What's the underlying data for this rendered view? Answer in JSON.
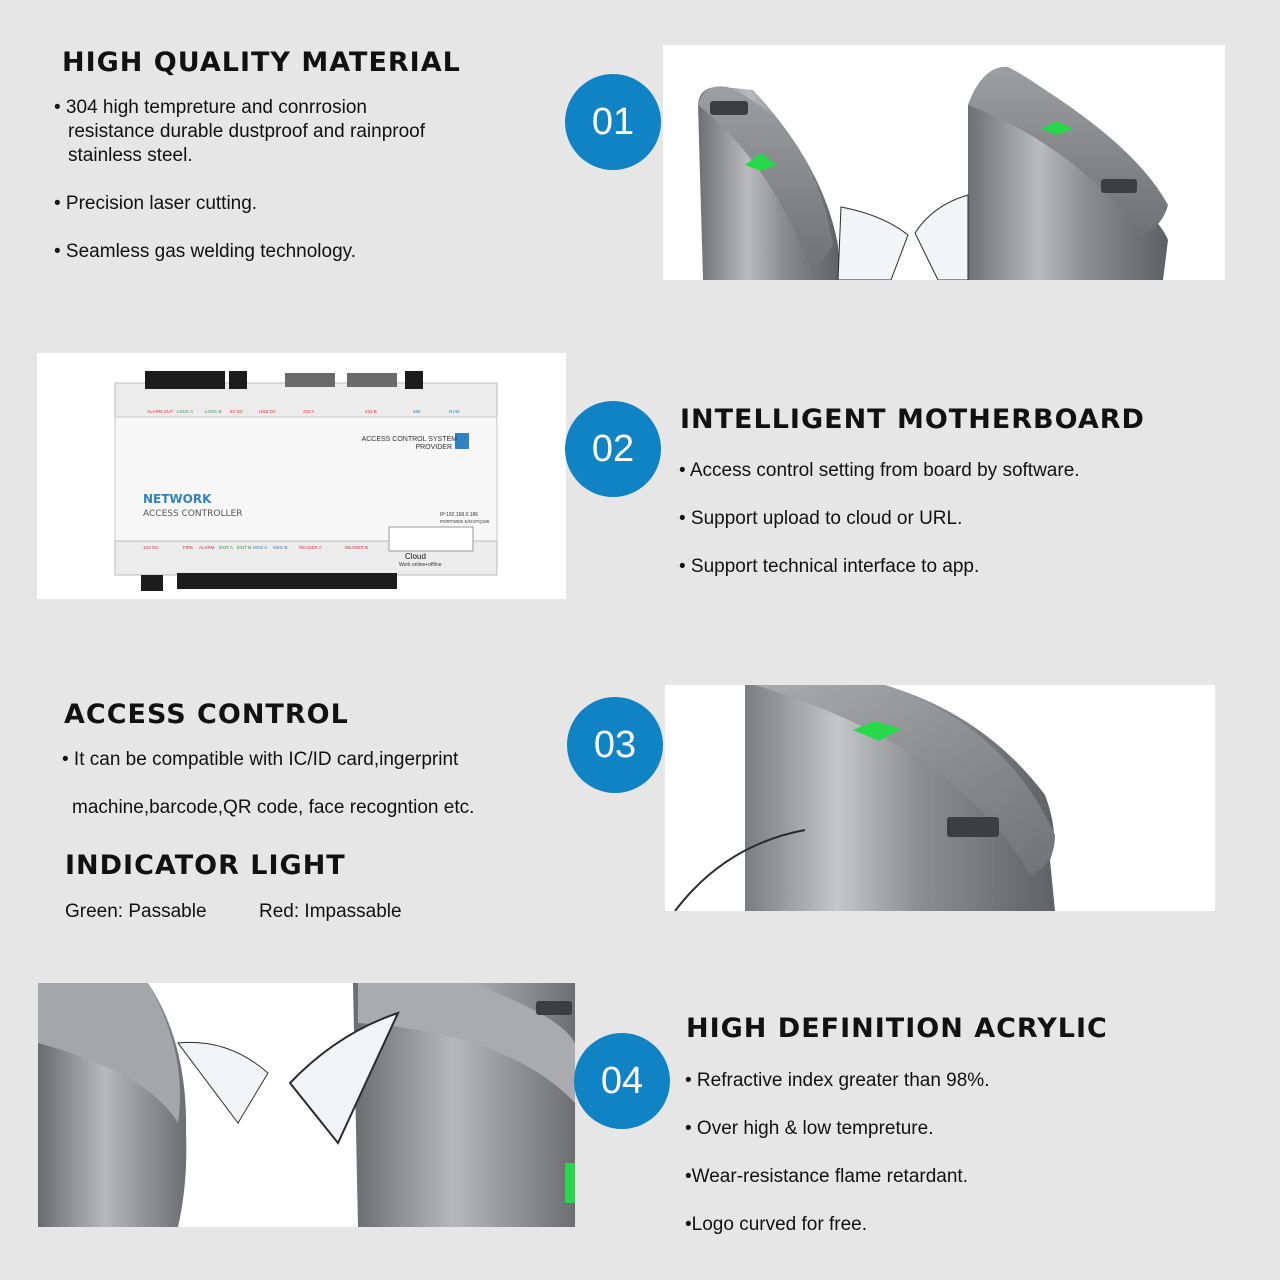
{
  "sections": [
    {
      "number": "01",
      "title": "HIGH QUALITY MATERIAL",
      "items": [
        "• 304 high tempreture and conrrosion",
        "resistance durable dustproof and rainproof",
        "stainless steel.",
        "• Precision laser cutting.",
        "• Seamless gas welding technology."
      ]
    },
    {
      "number": "02",
      "title": "INTELLIGENT MOTHERBOARD",
      "items": [
        "• Access control setting from board by software.",
        "• Support upload to cloud or URL.",
        "• Support technical interface to app."
      ]
    },
    {
      "number": "03",
      "title": "ACCESS CONTROL",
      "items": [
        "• It can be compatible with IC/ID card,ingerprint",
        "machine,barcode,QR code, face recogntion etc."
      ],
      "subtitle": "INDICATOR LIGHT",
      "legend": [
        "Green: Passable",
        "Red: Impassable"
      ]
    },
    {
      "number": "04",
      "title": "HIGH DEFINITION ACRYLIC",
      "items": [
        "• Refractive index greater than 98%.",
        "• Over high & low tempreture.",
        "•Wear-resistance flame retardant.",
        "•Logo curved for free."
      ]
    }
  ],
  "controller": {
    "brand_line1": "ACCESS CONTROL SYSTEM",
    "brand_line2": "PROVIDER",
    "product_line1": "NETWORK",
    "product_line2": "ACCESS CONTROLLER",
    "ip_label": "IP:192.168.0.186",
    "port_label": "PORT:8000 S/N:97Q186",
    "cloud_label": "Cloud",
    "cloud_sub": "Work online+offline",
    "top_labels": [
      "ALARM OUT",
      "LOCK A",
      "LOCK B",
      "5V DC",
      "USB DC",
      "232 A",
      "232 B",
      "485",
      "RJ45"
    ],
    "bottom_labels": [
      "12V DC",
      "FIRE",
      "ALARM",
      "EXIT A",
      "EXIT B",
      "MSG A",
      "MSG B",
      "READER A",
      "READER B"
    ]
  },
  "colors": {
    "background": "#e6e6e6",
    "badge": "#1083c4",
    "badge_text": "#ffffff",
    "indicator_green": "#27d84a"
  }
}
